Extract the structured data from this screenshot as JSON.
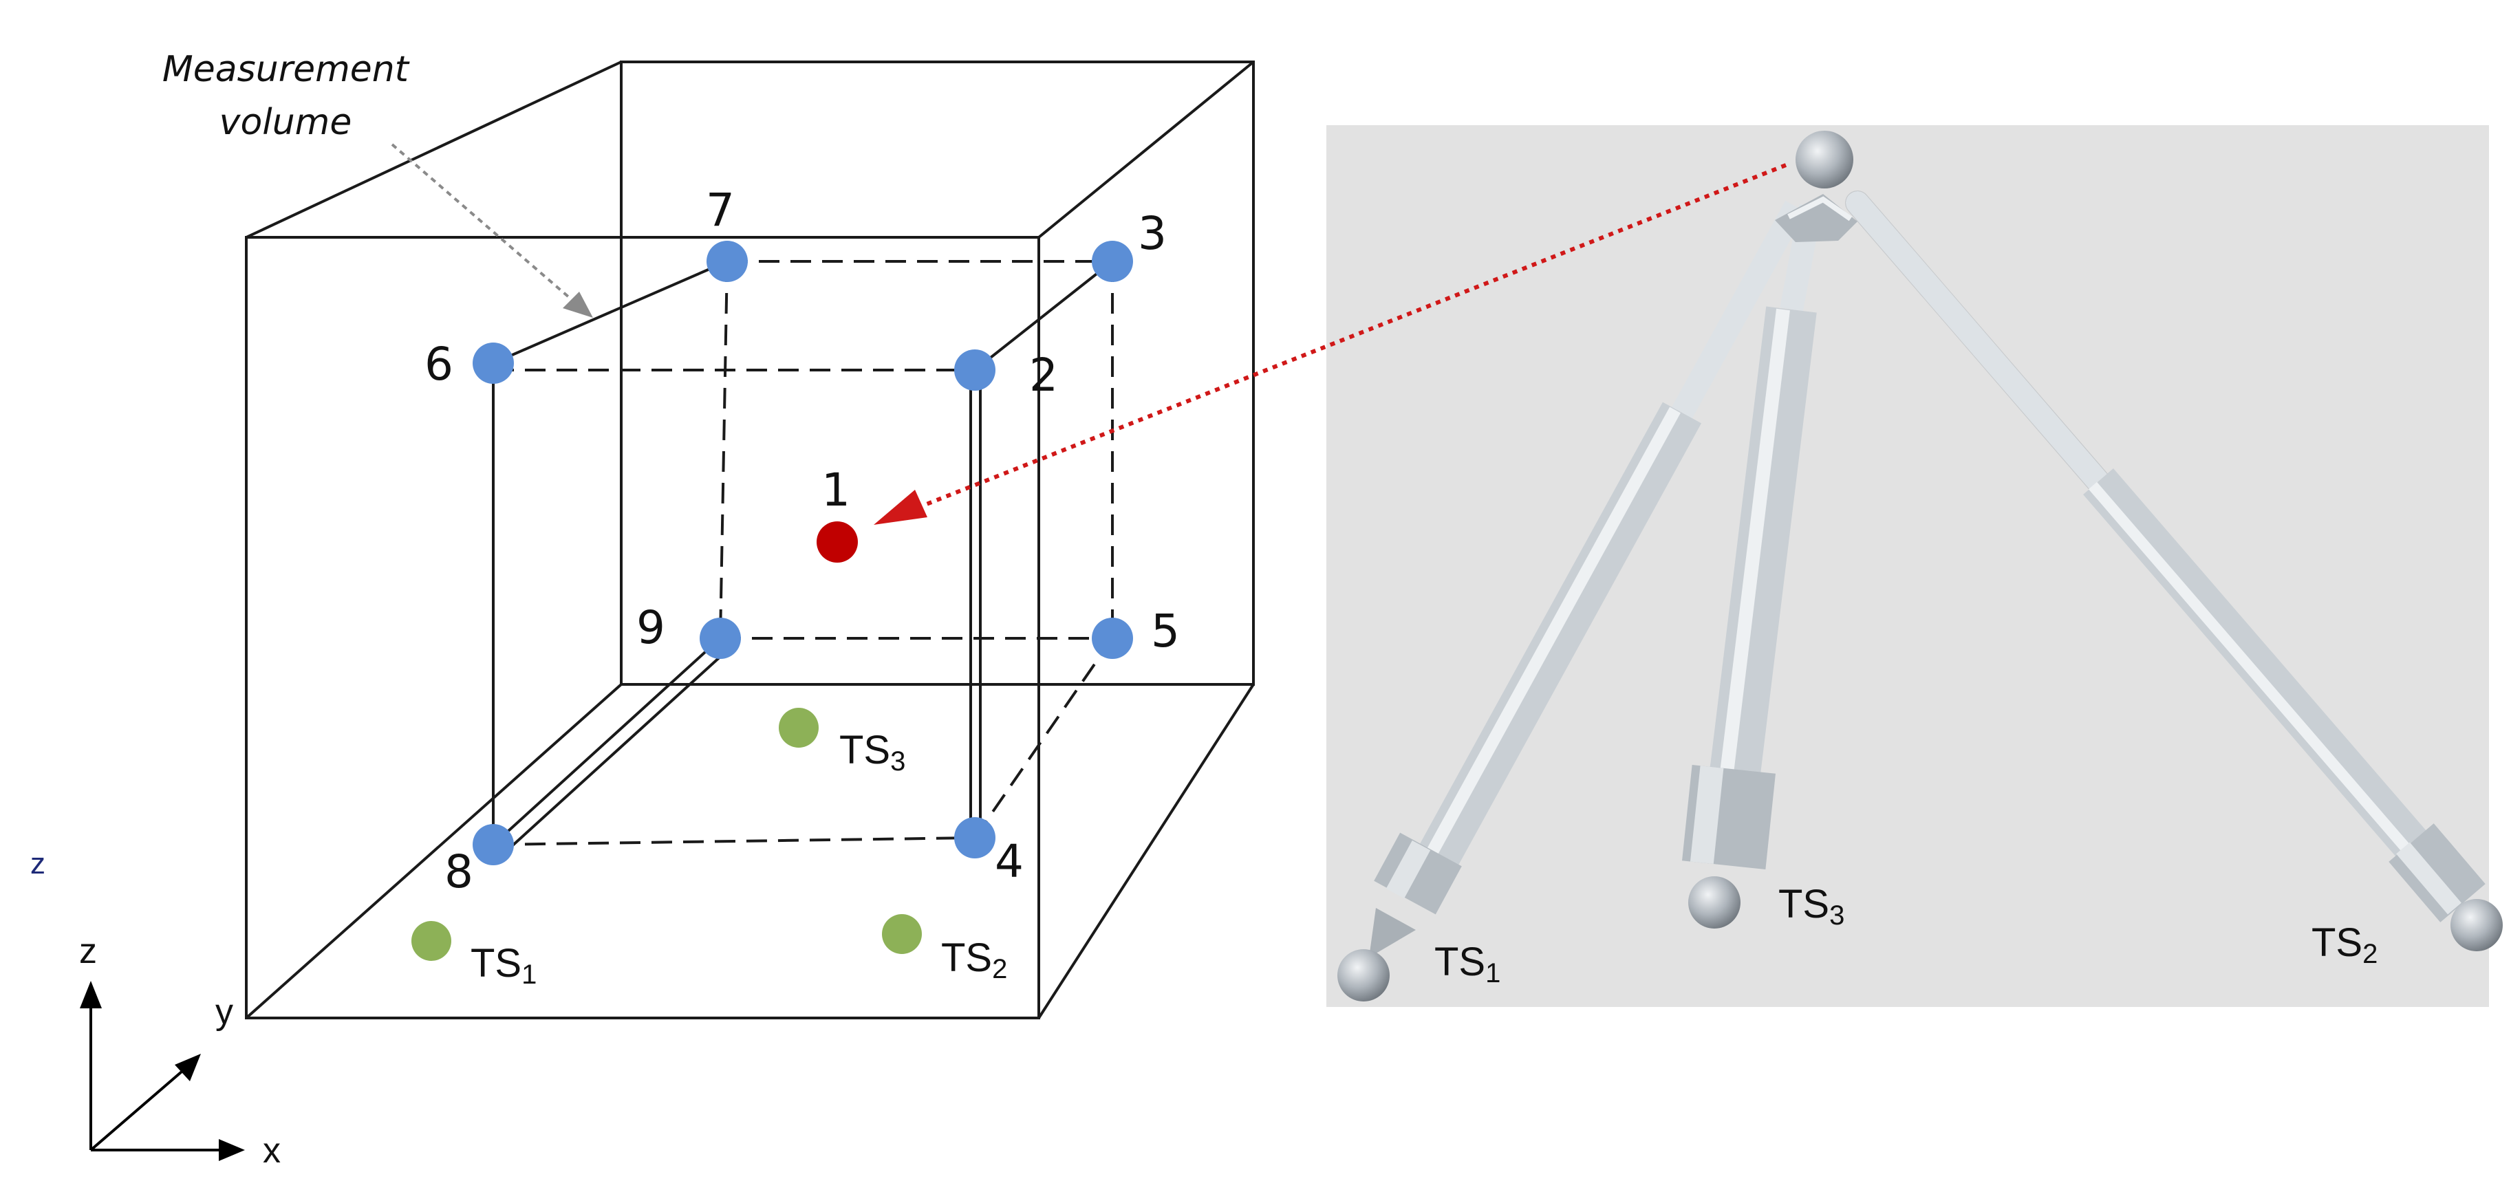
{
  "annotation": {
    "line1": "Measurement",
    "line2": "volume"
  },
  "points": {
    "p1": "1",
    "p2": "2",
    "p3": "3",
    "p4": "4",
    "p5": "5",
    "p6": "6",
    "p7": "7",
    "p8": "8",
    "p9": "9"
  },
  "targets": {
    "ts1": "TS1",
    "ts2": "TS2",
    "ts3": "TS3"
  },
  "stylus_labels": {
    "ts1": "TS1",
    "ts2": "TS2",
    "ts3": "TS3"
  },
  "axes": {
    "x": "x",
    "y": "y",
    "z": "z",
    "z_stray": "z"
  },
  "colors": {
    "measurement_point": "#5B8ED6",
    "center_point": "#C00000",
    "target_sphere": "#8DB157",
    "arrow": "#D01818",
    "panel_bg": "#E2E2E2",
    "stylus_metal": "#B8BFC6"
  }
}
